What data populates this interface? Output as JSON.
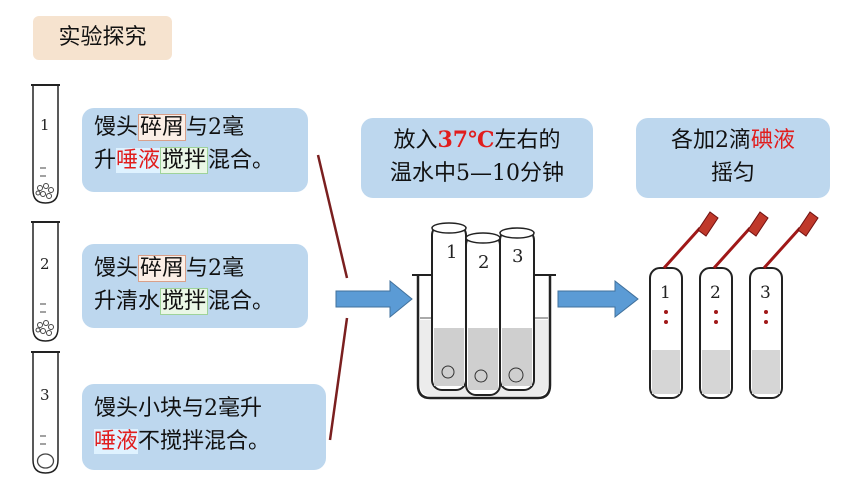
{
  "title": "实验探究",
  "tubes": [
    {
      "label": "1"
    },
    {
      "label": "2"
    },
    {
      "label": "3"
    }
  ],
  "card1": {
    "p1": "馒头",
    "hl1": "碎屑",
    "p2": "与2毫",
    "p3": "升",
    "red1": "唾液",
    "hl2": "搅拌",
    "p4": "混合。"
  },
  "card2": {
    "p1": "馒头",
    "hl1": "碎屑",
    "p2": "与2毫",
    "p3": "升清水",
    "hl2": "搅拌",
    "p4": "混合。"
  },
  "card3": {
    "line1": "馒头小块与2毫升",
    "red1": "唾液",
    "rest": "不搅拌混合。"
  },
  "step2": {
    "p1": "放入",
    "temp": "37℃",
    "p2": "左右的",
    "line2": "温水中5—10分钟"
  },
  "step3": {
    "p1": "各加2滴",
    "red": "碘液",
    "line2": "摇匀"
  },
  "beaker_tubes": [
    {
      "label": "1"
    },
    {
      "label": "2"
    },
    {
      "label": "3"
    }
  ],
  "dropper_tubes": [
    {
      "label": "1"
    },
    {
      "label": "2"
    },
    {
      "label": "3"
    }
  ],
  "colors": {
    "card": "#bdd7ee",
    "red": "#e11d1d",
    "arrow": "#5b9bd5",
    "tag": "#f6e3cf"
  }
}
